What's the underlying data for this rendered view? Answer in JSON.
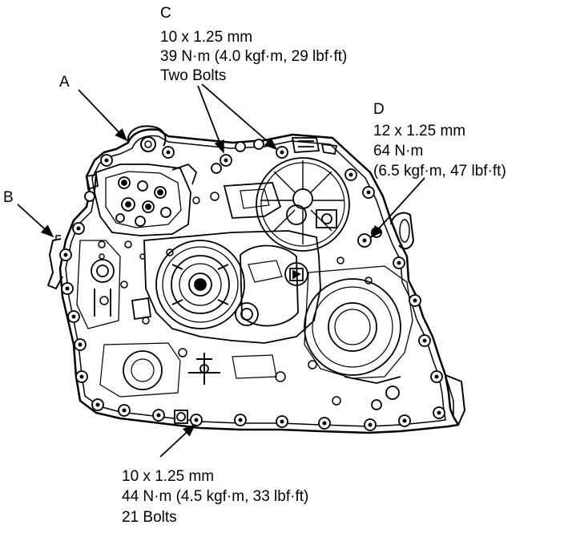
{
  "callouts": {
    "a": {
      "letter": "A"
    },
    "b": {
      "letter": "B"
    },
    "c": {
      "letter": "C",
      "lines": [
        "10 x 1.25 mm",
        "39 N·m (4.0 kgf·m, 29 lbf·ft)",
        "Two Bolts"
      ]
    },
    "d": {
      "letter": "D",
      "lines": [
        "12 x 1.25 mm",
        "64 N·m",
        "(6.5 kgf·m, 47 lbf·ft)"
      ]
    },
    "bottom": {
      "lines": [
        "10 x 1.25 mm",
        "44 N·m (4.5 kgf·m, 33 lbf·ft)",
        "21 Bolts"
      ]
    }
  },
  "diagram": {
    "subject": "transmission-case-bolt-torque-diagram"
  }
}
